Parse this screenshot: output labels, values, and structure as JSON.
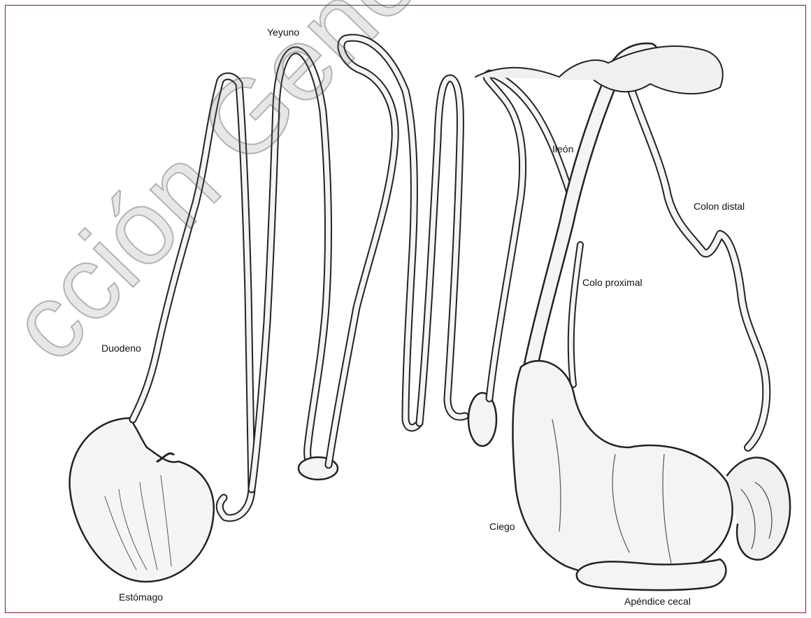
{
  "labels": {
    "yeyuno": "Yeyuno",
    "ileon": "Ileón",
    "colon_distal": "Colon distal",
    "colo_proximal": "Colo proximal",
    "duodeno": "Duodeno",
    "ciego": "Ciego",
    "estomago": "Estómago",
    "apendice": "Apéndice cecal"
  },
  "watermark": "cción General de Bibliotec",
  "colors": {
    "frame": "#8b1a1a",
    "outline": "#2a2a2a",
    "fill": "#f4f4f2"
  }
}
